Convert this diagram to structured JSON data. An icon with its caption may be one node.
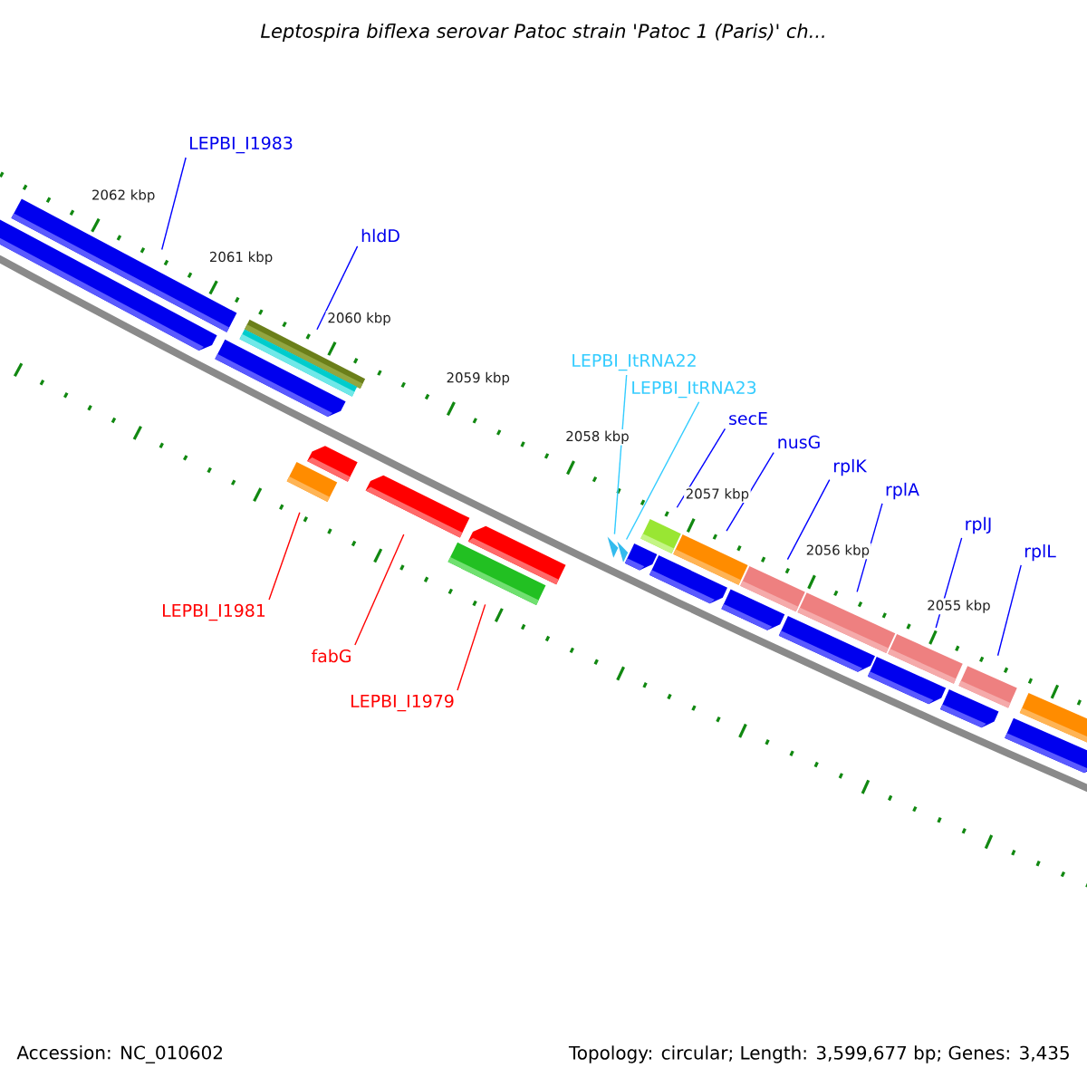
{
  "diagram": {
    "title": "Leptospira biflexa serovar Patoc strain 'Patoc 1 (Paris)' ch...",
    "nodes": [
      {
        "text": [
          "LEPBI_I1983"
        ]
      },
      {
        "text": [
          "hldD"
        ]
      },
      {
        "text": [
          "LEPBI_ItRNA22"
        ]
      },
      {
        "text": [
          "LEPBI_ItRNA23"
        ]
      },
      {
        "text": [
          "secE"
        ]
      },
      {
        "text": [
          "nusG"
        ]
      },
      {
        "text": [
          "rplK"
        ]
      },
      {
        "text": [
          "rplA"
        ]
      },
      {
        "text": [
          "rplJ"
        ]
      },
      {
        "text": [
          "rplL"
        ]
      },
      {
        "text": [
          "LEPBI_I1981"
        ]
      },
      {
        "text": [
          "fabG"
        ]
      },
      {
        "text": [
          "LEPBI_I1979"
        ]
      },
      {
        "text": [],
        "shape": "box"
      },
      {
        "text": [],
        "shape": "arrow"
      },
      {
        "text": [],
        "shape": "box"
      },
      {
        "text": [],
        "shape": "box"
      },
      {
        "text": [],
        "shape": "arrow"
      },
      {
        "text": [],
        "shape": "box"
      },
      {
        "text": [],
        "shape": "arrow"
      },
      {
        "text": [],
        "shape": "arrow"
      },
      {
        "text": [],
        "shape": "box"
      },
      {
        "text": [],
        "shape": "arrow"
      },
      {
        "text": [],
        "shape": "triangle"
      },
      {
        "text": [],
        "shape": "triangle"
      },
      {
        "text": [],
        "shape": "arrow"
      },
      {
        "text": [],
        "shape": "box"
      },
      {
        "text": [],
        "shape": "arrow"
      },
      {
        "text": [],
        "shape": "box"
      },
      {
        "text": [],
        "shape": "arrow"
      },
      {
        "text": [],
        "shape": "box"
      },
      {
        "text": [],
        "shape": "arrow"
      },
      {
        "text": [],
        "shape": "box"
      },
      {
        "text": [],
        "shape": "arrow"
      },
      {
        "text": [],
        "shape": "box"
      },
      {
        "text": [],
        "shape": "arrow"
      },
      {
        "text": [],
        "shape": "box"
      },
      {
        "text": [],
        "shape": "box"
      },
      {
        "text": [],
        "shape": "arrow"
      }
    ],
    "edges": [
      {
        "from": 0,
        "to": 13,
        "arrow": "none"
      },
      {
        "from": 1,
        "to": 15,
        "arrow": "none"
      },
      {
        "from": 2,
        "to": 23,
        "arrow": "none",
        "color": "#33ccff"
      },
      {
        "from": 3,
        "to": 24,
        "arrow": "none",
        "color": "#33ccff"
      },
      {
        "from": 4,
        "to": 26,
        "arrow": "none"
      },
      {
        "from": 5,
        "to": 28,
        "arrow": "none"
      },
      {
        "from": 6,
        "to": 30,
        "arrow": "none"
      },
      {
        "from": 7,
        "to": 32,
        "arrow": "none"
      },
      {
        "from": 8,
        "to": 34,
        "arrow": "none"
      },
      {
        "from": 9,
        "to": 36,
        "arrow": "none"
      },
      {
        "from": 10,
        "to": 18,
        "arrow": "none",
        "color": "#ff0000"
      },
      {
        "from": 11,
        "to": 20,
        "arrow": "none",
        "color": "#ff0000"
      },
      {
        "from": 12,
        "to": 21,
        "arrow": "none",
        "color": "#ff0000"
      }
    ],
    "labels": [
      "2062 kbp",
      "2061 kbp",
      "2060 kbp",
      "2059 kbp",
      "2058 kbp",
      "2057 kbp",
      "2056 kbp",
      "2055 kbp",
      "Accession: NC_010602",
      "Topology: circular; Length: 3,599,677 bp; Genes: 3,435"
    ]
  }
}
